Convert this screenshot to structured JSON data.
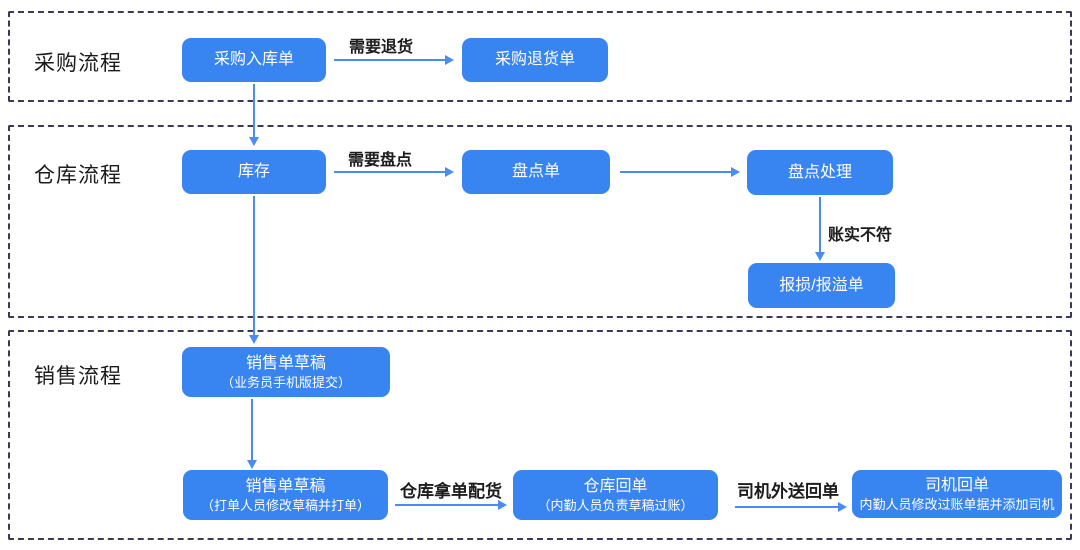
{
  "colors": {
    "node_blue": "#3884f0",
    "arrow_blue": "#4c8cf2",
    "frame_dash": "#3a3a58",
    "text_dark": "#1c1c1c",
    "node_text": "#ffffff"
  },
  "sections": {
    "purchase": {
      "label": "采购流程"
    },
    "warehouse": {
      "label": "仓库流程"
    },
    "sales": {
      "label": "销售流程"
    }
  },
  "nodes": {
    "purchase_inbound": {
      "line1": "采购入库单"
    },
    "purchase_return": {
      "line1": "采购退货单"
    },
    "inventory": {
      "line1": "库存"
    },
    "stocktake": {
      "line1": "盘点单"
    },
    "stocktake_process": {
      "line1": "盘点处理"
    },
    "loss_overflow": {
      "line1": "报损/报溢单"
    },
    "sales_draft_mobile": {
      "line1": "销售单草稿",
      "line2": "（业务员手机版提交）"
    },
    "sales_draft_print": {
      "line1": "销售单草稿",
      "line2": "（打单人员修改草稿并打单）"
    },
    "warehouse_receipt": {
      "line1": "仓库回单",
      "line2": "（内勤人员负责草稿过账）"
    },
    "driver_receipt": {
      "line1": "司机回单",
      "line2": "内勤人员修改过账单据并添加司机"
    }
  },
  "edges": {
    "need_return": {
      "label": "需要退货"
    },
    "need_stocktake": {
      "label": "需要盘点"
    },
    "mismatch": {
      "label": "账实不符"
    },
    "warehouse_pick": {
      "label": "仓库拿单配货"
    },
    "driver_deliver": {
      "label": "司机外送回单"
    }
  }
}
